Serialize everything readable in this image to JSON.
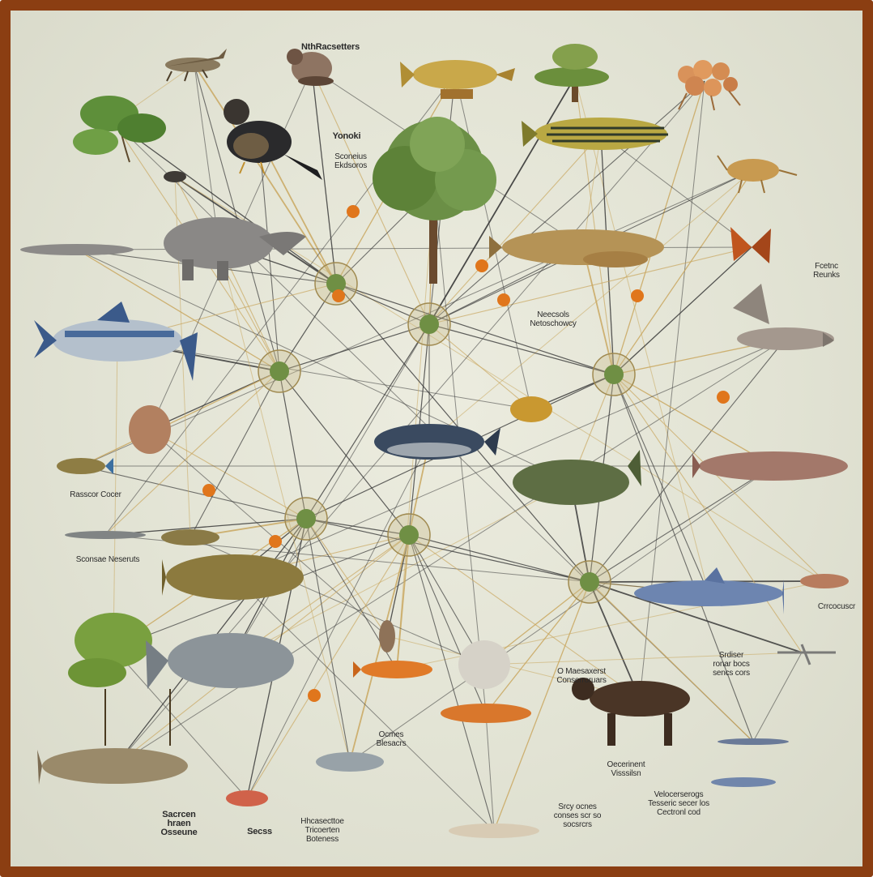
{
  "diagram": {
    "border_color": "#8b3e12",
    "background_color": "#e4e5d6",
    "line_colors": [
      "#3a3a3a",
      "#c9a75f"
    ],
    "node_color": "#e0761c",
    "labels": {
      "top": "NthRacsetters",
      "upper_left_a": "Yonoki",
      "upper_left_b": "Sconeius\nEkdsoros",
      "center_top": "Neecsols\nNetoschowcy",
      "right_top": "Fcetnc\nReunks",
      "left_mid": "Rasscor  Cocer",
      "left_lower": "Sconsae Neseruts",
      "right_lower": "Crrcocuscr",
      "right_mid_low": "Srdiser\nronar bocs\nsencs cors",
      "center_low": "O Maesaxerst\nConserroruars",
      "center_bottom_a": "Ocmes\nBlesacrs",
      "bottom_left_a": "Sacrcen\nhraen\nOsseune",
      "bottom_left_b": "Secss",
      "bottom_mid_a": "Hhcasecttoe\nTricoerten\nBoteness",
      "bottom_mid_b": "Srcy ocnes\nconses scr so\nsocsrcrs",
      "bottom_right_a": "Oecerinent\nVisssilsn",
      "bottom_right_b": "Velocerserogs\nTesseric secer los\nCectronl cod"
    },
    "organisms": [
      "lizard-icon",
      "rodent-icon",
      "golden-fish-icon",
      "palm-tree-icon",
      "crab-icon",
      "plant-icon",
      "crow-icon",
      "striped-fish-icon",
      "shrimp-icon",
      "small-bird-icon",
      "central-tree-icon",
      "rhino-icon",
      "catfish-icon",
      "butterfly-icon",
      "long-fish-icon",
      "swordfish-icon",
      "hammerhead-icon",
      "coral-icon",
      "tuna-icon",
      "beetle-icon",
      "small-fish-icon",
      "pike-icon",
      "salmon-icon",
      "minnow-icon",
      "perch-icon",
      "green-fish-icon",
      "grouper-icon",
      "blue-shark-icon",
      "shrimp-small-icon",
      "fern-icon",
      "grey-fish-icon",
      "orange-fish-icon",
      "sponge-icon",
      "squirrel-icon",
      "weasel-icon",
      "lobster-icon",
      "trout-icon",
      "sardine-icon",
      "red-fish-icon",
      "larva-icon",
      "dragonfly-icon",
      "sailfish-icon"
    ]
  }
}
